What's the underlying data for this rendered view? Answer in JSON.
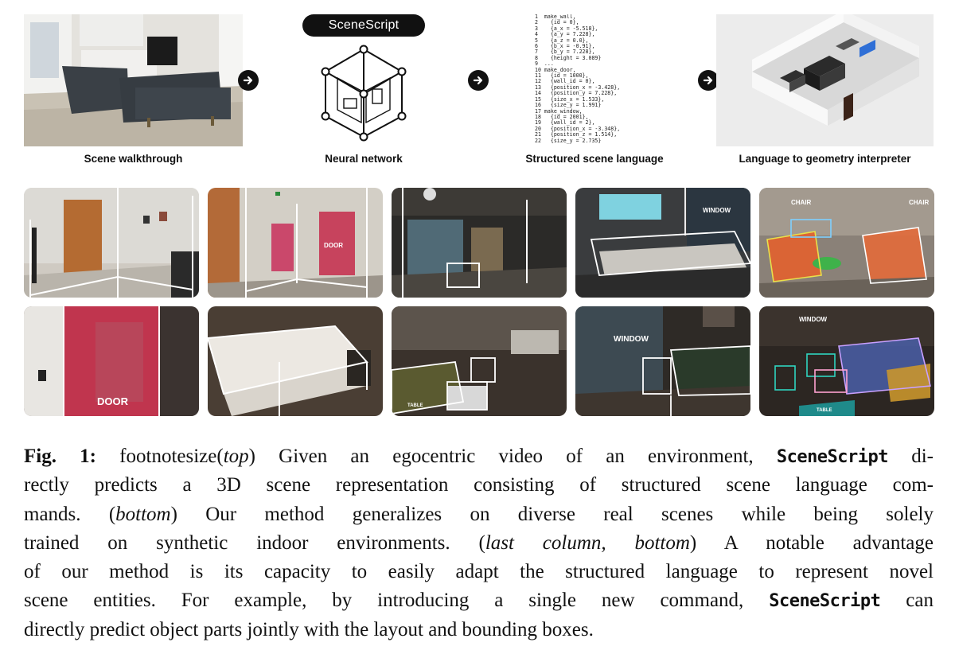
{
  "pipeline": {
    "stage1_label": "Scene walkthrough",
    "stage2_label": "Neural network",
    "stage2_pill": "SceneScript",
    "stage3_label": "Structured scene language",
    "stage4_label": "Language to geometry interpreter",
    "code_lines": [
      "1  make_wall,",
      "2    {id = 0},",
      "3    {a_x = -5.518},",
      "4    {a_y = 7.228},",
      "5    {a_z = 0.0},",
      "6    {b_x = -0.91},",
      "7    {b_y = 7.228},",
      "8    {height = 3.089}",
      "9  ...",
      "10 make_door,",
      "11   {id = 1000},",
      "12   {wall_id = 0},",
      "13   {position_x = -3.428},",
      "14   {position_y = 7.228},",
      "15   {size_x = 1.533},",
      "16   {size_y = 1.991}",
      "17 make_window,",
      "18   {id = 2001},",
      "19   {wall_id = 2},",
      "20   {position_x = -3.348},",
      "21   {position_z = 1.514},",
      "22   {size_y = 2.735}"
    ]
  },
  "thumb_tags": {
    "door": "DOOR",
    "window": "WINDOW",
    "chair": "CHAIR",
    "table": "TABLE"
  },
  "caption": {
    "fig_label": "Fig. 1:",
    "l1a": " footnotesize(",
    "l1_top": "top",
    "l1b": ") Given an egocentric video of an environment, ",
    "l1_mono": "SceneScript",
    "l1c": " di-",
    "l2": "rectly predicts a 3D scene representation consisting of structured scene language com-",
    "l3a": "mands. (",
    "l3_bottom": "bottom",
    "l3b": ") Our method generalizes on diverse real scenes while being solely",
    "l4a": "trained on synthetic indoor environments. (",
    "l4_it": "last column, bottom",
    "l4b": ") A notable advantage",
    "l5": "of our method is its capacity to easily adapt the structured language to represent novel",
    "l6a": "scene entities. For example, by introducing a single new command, ",
    "l6_mono": "SceneScript",
    "l6b": " can",
    "l7": "directly predict object parts jointly with the layout and bounding boxes."
  }
}
